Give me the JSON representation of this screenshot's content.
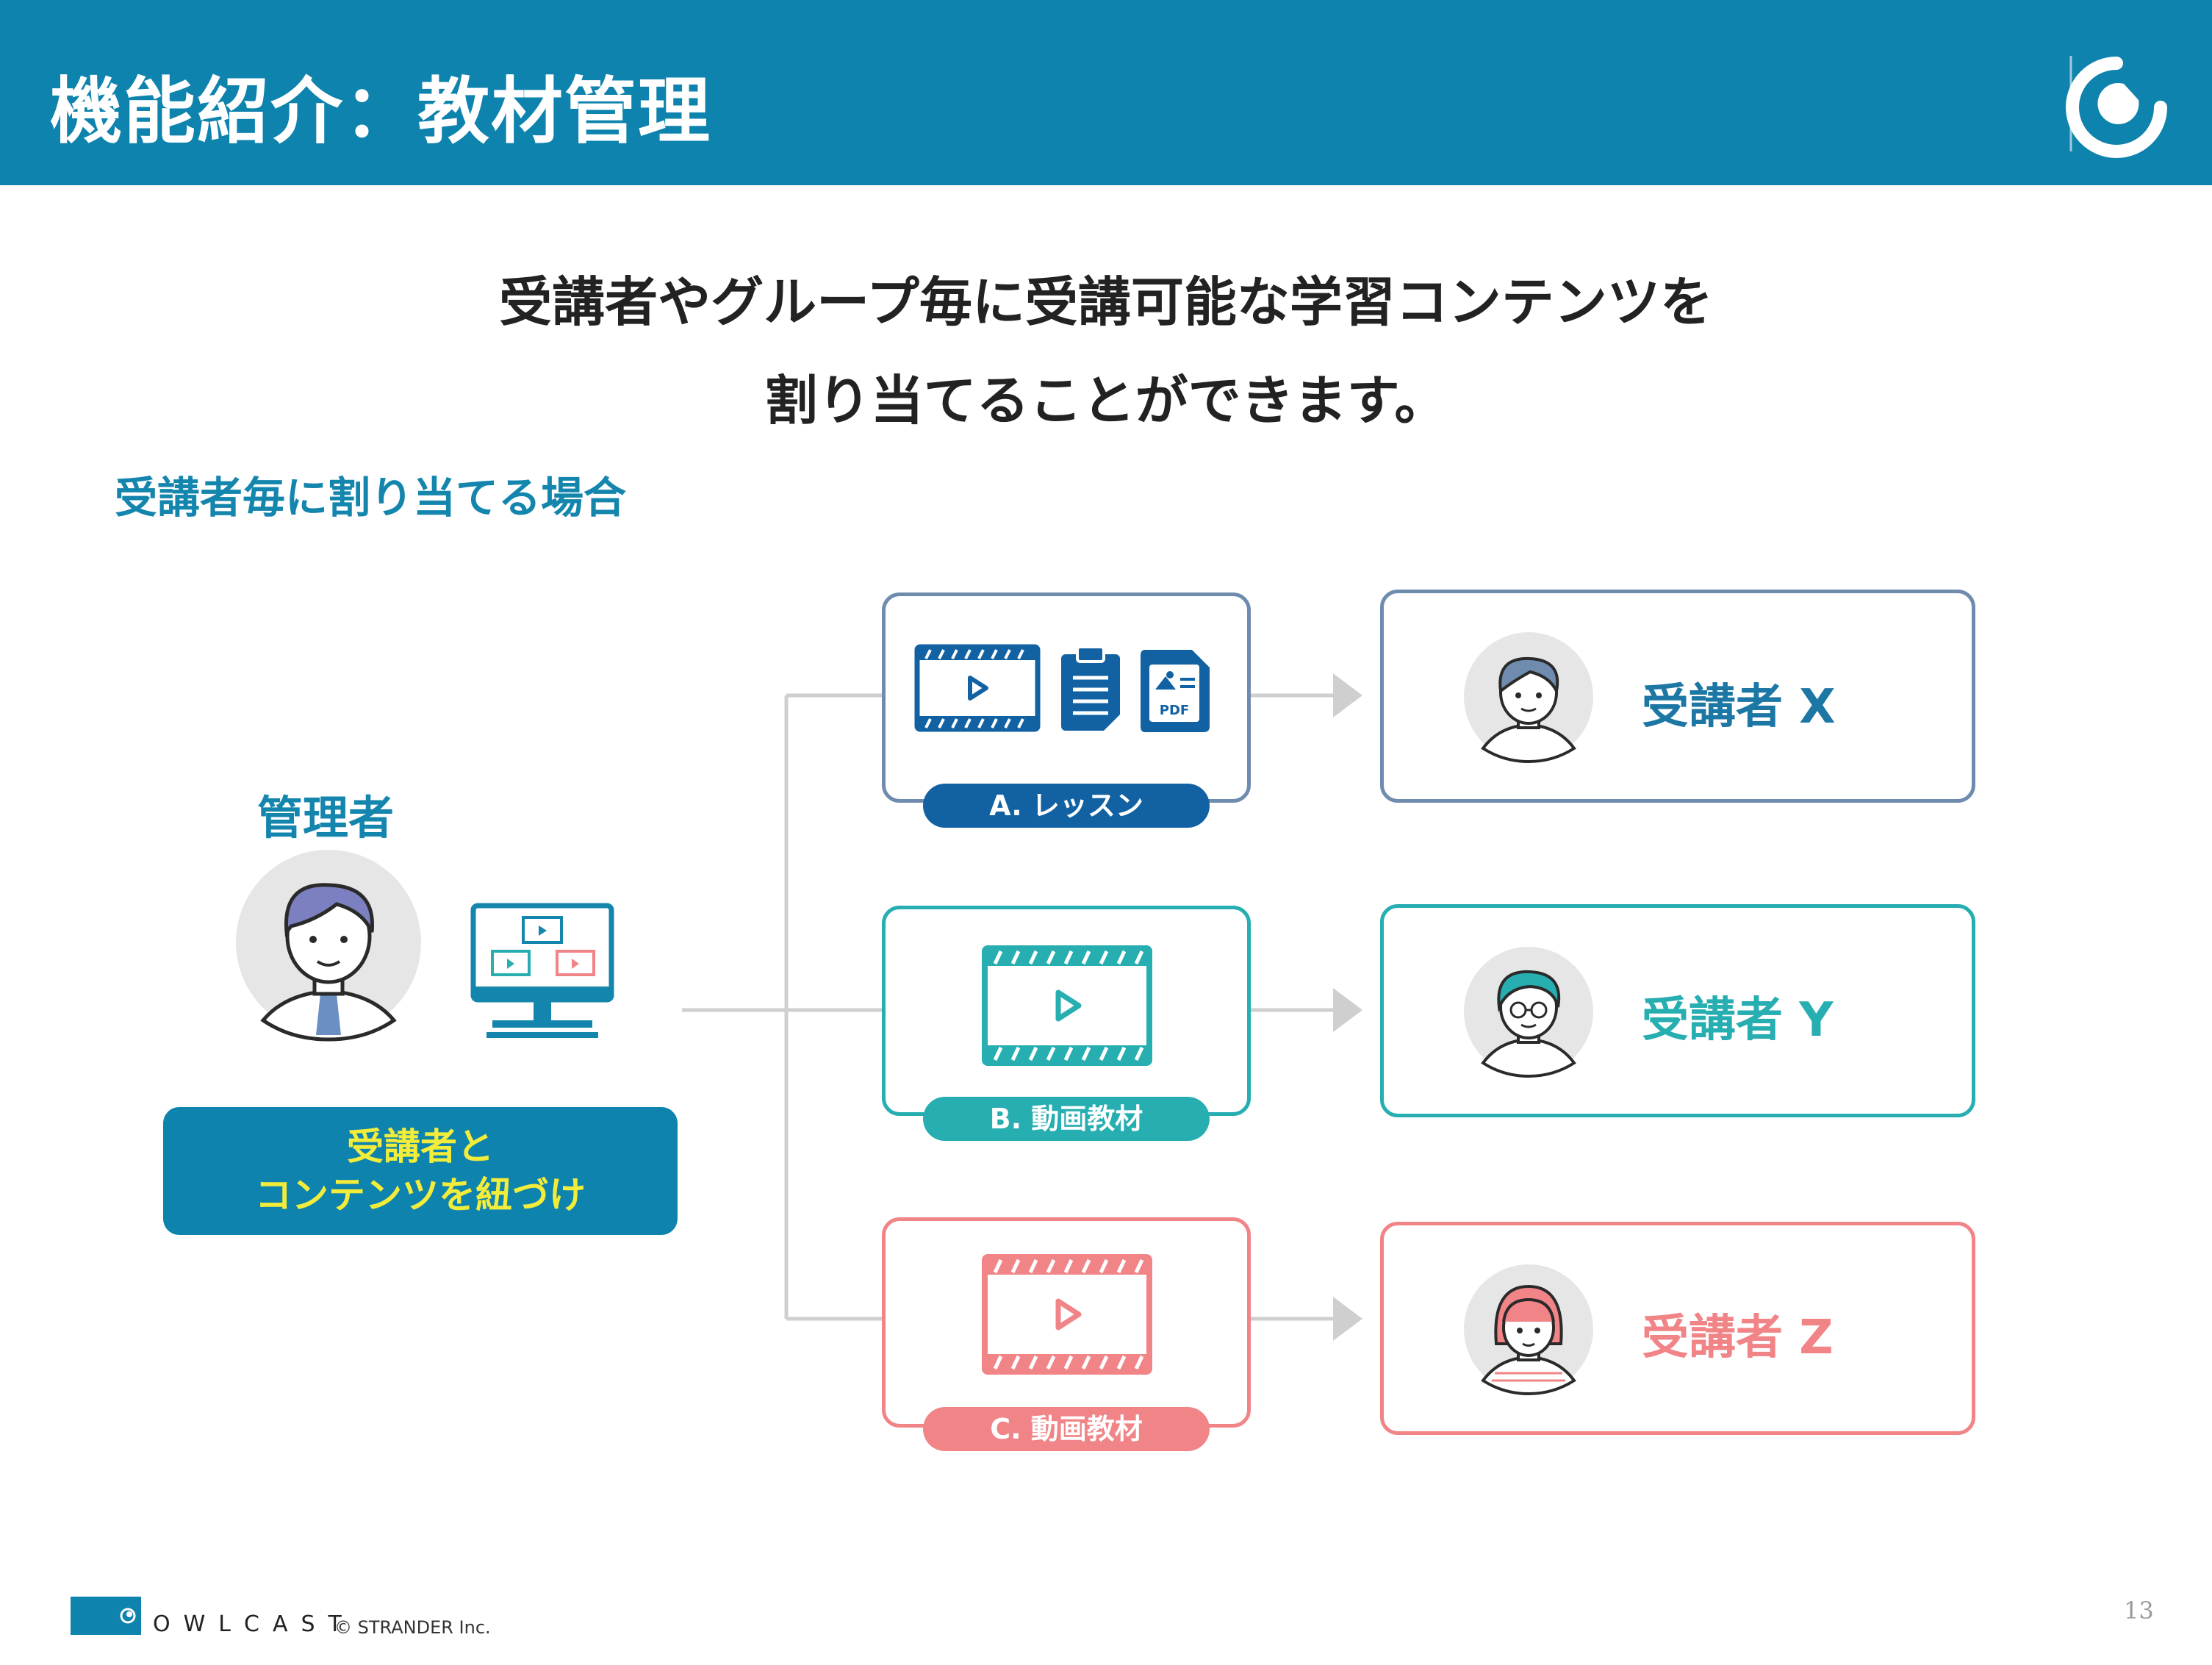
{
  "header": {
    "title": "機能紹介：教材管理"
  },
  "intro": {
    "line1": "受講者やグループ毎に受講可能な学習コンテンツを",
    "line2": "割り当てることができます。"
  },
  "section": {
    "heading": "受講者毎に割り当てる場合"
  },
  "admin": {
    "label": "管理者",
    "link_button_line1": "受講者と",
    "link_button_line2": "コンテンツを紐づけ"
  },
  "contents": [
    {
      "label": "A. レッスン",
      "color": "#1262a3"
    },
    {
      "label": "B. 動画教材",
      "color": "#27aeb1"
    },
    {
      "label": "C. 動画教材",
      "color": "#f18487"
    }
  ],
  "learners": [
    {
      "name": "受講者 X",
      "color": "#1c77a5"
    },
    {
      "name": "受講者 Y",
      "color": "#27aeb1"
    },
    {
      "name": "受講者 Z",
      "color": "#f18487"
    }
  ],
  "footer": {
    "brand": "OWLCAST",
    "copyright": "© STRANDER Inc.",
    "page_number": "13"
  }
}
